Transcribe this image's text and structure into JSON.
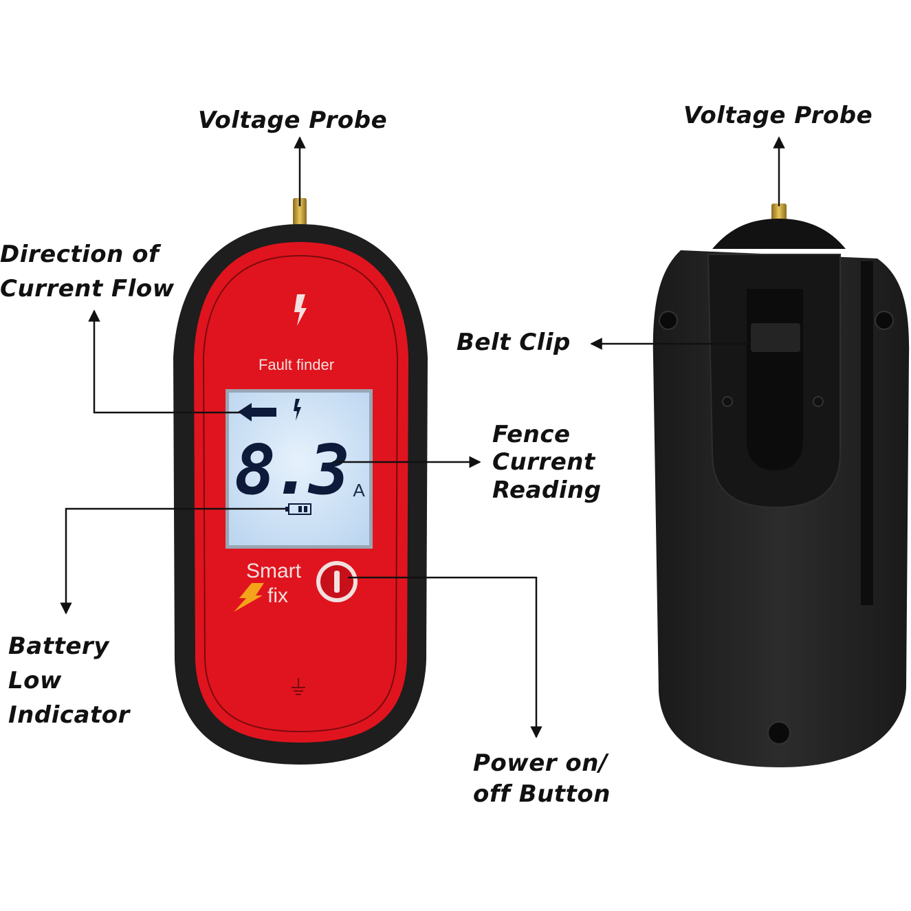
{
  "callouts": {
    "voltage_probe_front": "Voltage Probe",
    "voltage_probe_back": "Voltage Probe",
    "direction_line1": "Direction of",
    "direction_line2": "Current Flow",
    "belt_clip": "Belt Clip",
    "fence_line1": "Fence",
    "fence_line2": "Current",
    "fence_line3": "Reading",
    "battery_line1": "Battery",
    "battery_line2": "Low",
    "battery_line3": "Indicator",
    "power_line1": "Power on/",
    "power_line2": "off Button"
  },
  "device": {
    "label": "Fault finder",
    "reading": "8.3",
    "unit": "A",
    "brand_line1": "Smart",
    "brand_line2": "fix"
  },
  "colors": {
    "body_red": "#e0141e",
    "housing_black": "#1e1e1e",
    "lcd_bg": "#cfe4f7",
    "lcd_digit": "#0d1a3a",
    "brand_orange": "#f5a31a",
    "label_text": "#f3e0df"
  },
  "icons": {
    "top_bolt": "lightning-bolt-icon",
    "lcd_bolt": "lightning-bolt-icon",
    "direction_arrow": "arrow-left-icon",
    "battery": "battery-icon",
    "power": "power-button-icon",
    "ground": "ground-symbol-icon",
    "brand_bolt": "lightning-bolt-icon"
  }
}
